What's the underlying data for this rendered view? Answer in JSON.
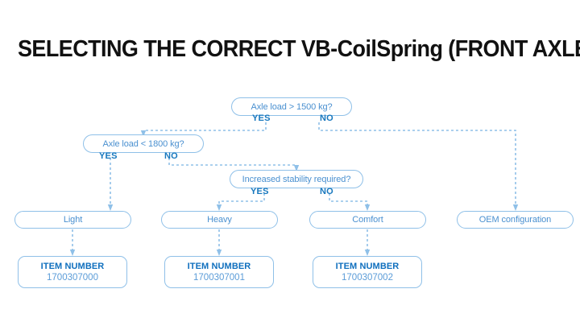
{
  "page": {
    "title": "SELECTING THE CORRECT VB-CoilSpring (FRONT AXLE)",
    "background_color": "#ffffff",
    "accent_color": "#4a90d0",
    "label_color": "#1878be",
    "border_color": "#8fc0e8",
    "title_color": "#111111"
  },
  "diagram": {
    "type": "flowchart",
    "decisions": [
      {
        "id": "d1",
        "text": "Axle load > 1500 kg?",
        "yes_label": "YES",
        "no_label": "NO"
      },
      {
        "id": "d2",
        "text": "Axle load < 1800 kg?",
        "yes_label": "YES",
        "no_label": "NO"
      },
      {
        "id": "d3",
        "text": "Increased stability required?",
        "yes_label": "YES",
        "no_label": "NO"
      }
    ],
    "results": [
      {
        "id": "r1",
        "text": "Light"
      },
      {
        "id": "r2",
        "text": "Heavy"
      },
      {
        "id": "r3",
        "text": "Comfort"
      },
      {
        "id": "r4",
        "text": "OEM configuration"
      }
    ],
    "items": [
      {
        "id": "i1",
        "label": "ITEM NUMBER",
        "value": "1700307000"
      },
      {
        "id": "i2",
        "label": "ITEM NUMBER",
        "value": "1700307001"
      },
      {
        "id": "i3",
        "label": "ITEM NUMBER",
        "value": "1700307002"
      }
    ],
    "edges": [
      {
        "from": "d1",
        "branch": "YES",
        "to": "d2"
      },
      {
        "from": "d1",
        "branch": "NO",
        "to": "d3"
      },
      {
        "from": "d1",
        "branch": "NO",
        "to": "r4"
      },
      {
        "from": "d2",
        "branch": "YES",
        "to": "r1"
      },
      {
        "from": "d2",
        "branch": "NO",
        "to": "d3"
      },
      {
        "from": "d3",
        "branch": "YES",
        "to": "r2"
      },
      {
        "from": "d3",
        "branch": "NO",
        "to": "r3"
      },
      {
        "from": "r1",
        "branch": "",
        "to": "i1"
      },
      {
        "from": "r2",
        "branch": "",
        "to": "i2"
      },
      {
        "from": "r3",
        "branch": "",
        "to": "i3"
      }
    ]
  }
}
